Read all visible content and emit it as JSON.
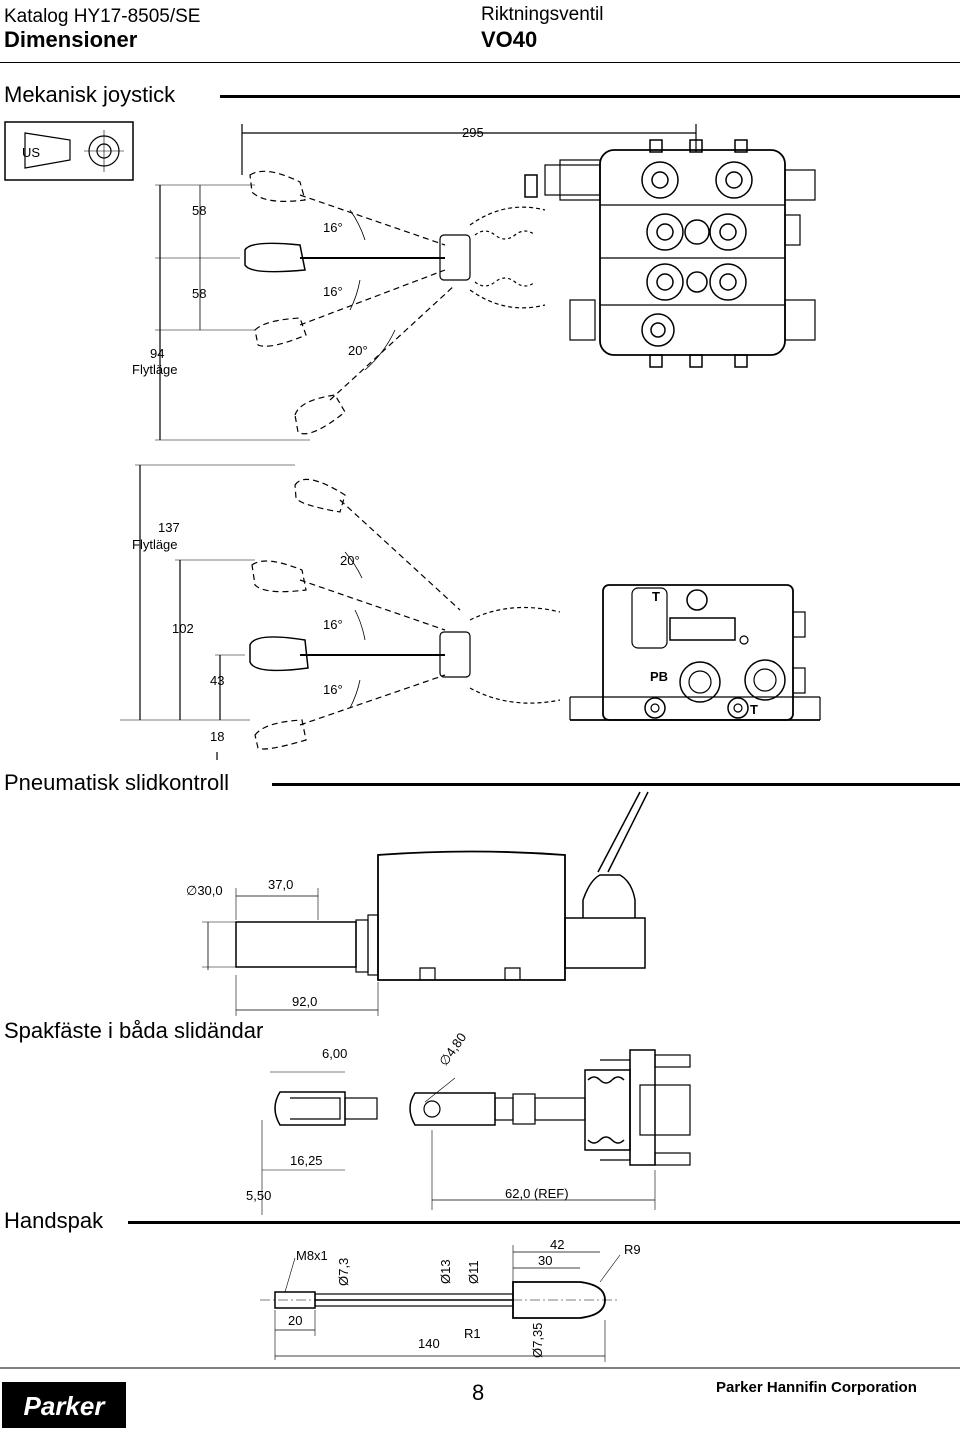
{
  "header": {
    "catalog": "Katalog HY17-8505/SE",
    "chapter": "Dimensioner",
    "product_type": "Riktningsventil",
    "product_model": "VO40"
  },
  "sections": {
    "joystick": "Mekanisk joystick",
    "pneumatic": "Pneumatisk slidkontroll",
    "lever_mount": "Spakfäste i båda slidändar",
    "handle": "Handspak"
  },
  "joystick_top": {
    "badge": "US",
    "dim_295": "295",
    "dim_58a": "58",
    "dim_58b": "58",
    "dim_94": "94",
    "float_label": "Flytläge",
    "angle_16a": "16°",
    "angle_16b": "16°",
    "angle_20": "20°"
  },
  "joystick_side": {
    "dim_137": "137",
    "float_label": "Flytläge",
    "dim_102": "102",
    "dim_43": "43",
    "dim_18": "18",
    "angle_20": "20°",
    "angle_16a": "16°",
    "angle_16b": "16°",
    "port_t_top": "T",
    "port_pb": "PB",
    "port_t_bottom": "T"
  },
  "pneumatic": {
    "dia_30": "∅30,0",
    "dim_37": "37,0",
    "dim_92": "92,0"
  },
  "lever_mount": {
    "dim_600": "6,00",
    "dia_480": "∅4,80",
    "dim_1625": "16,25",
    "dim_550": "5,50",
    "dim_62": "62,0 (REF)"
  },
  "handle": {
    "thread": "M8x1",
    "dia_73": "Ø7,3",
    "dia_13": "Ø13",
    "dia_11": "Ø11",
    "dim_42": "42",
    "dim_30": "30",
    "radius_9": "R9",
    "dim_20": "20",
    "dim_140": "140",
    "radius_1": "R1",
    "dia_735": "Ø7,35"
  },
  "footer": {
    "logo": "Parker",
    "page": "8",
    "company": "Parker Hannifin Corporation"
  }
}
